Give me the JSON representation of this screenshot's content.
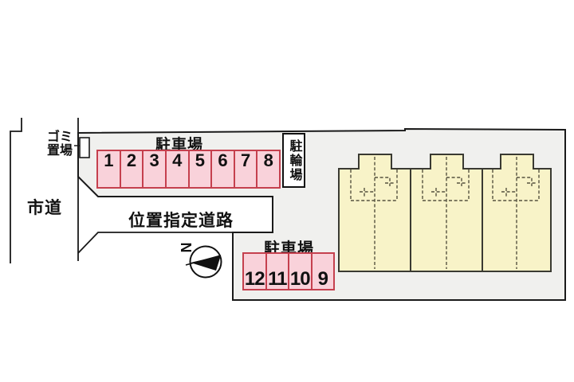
{
  "plan": {
    "type": "site-layout-drawing",
    "labels": {
      "garbage_area_line1": "ゴミ",
      "garbage_area_line2": "置場",
      "city_road": "市道",
      "designated_road": "位置指定道路"
    },
    "parking_lot_top": {
      "label": "駐車場",
      "spaces": [
        "1",
        "2",
        "3",
        "4",
        "5",
        "6",
        "7",
        "8"
      ]
    },
    "parking_lot_bottom": {
      "label": "駐車場",
      "spaces": [
        "12",
        "11",
        "10",
        "9"
      ]
    },
    "bicycle_parking": {
      "label": "駐輪場"
    },
    "compass": {
      "north_label": "N"
    },
    "buildings": {
      "count": 3
    },
    "colors": {
      "site_fill": "#f0f0ee",
      "site_outline": "#1a1a1a",
      "parking_fill": "#f9d2da",
      "parking_border": "#c5404e",
      "building_fill": "#f8f3c8",
      "building_border": "#3a3a32",
      "dashed_line": "#55523f"
    }
  }
}
